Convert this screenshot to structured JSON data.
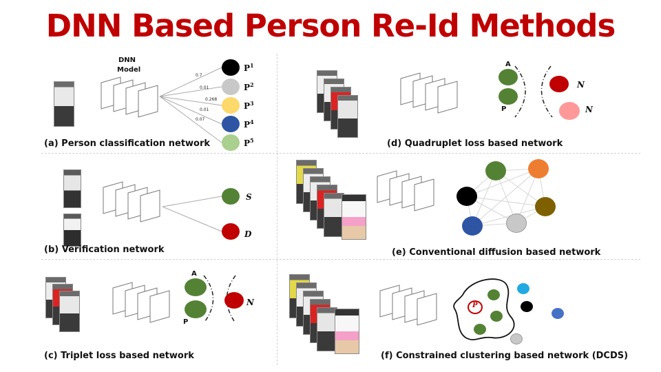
{
  "title": "DNN Based Person Re-Id Methods",
  "colors": {
    "title": "#c00000",
    "black": "#000000",
    "gray": "#c8c8c8",
    "yellow": "#fdd86a",
    "blue": "#2e55a4",
    "light_green": "#a9d08e",
    "green": "#548235",
    "red": "#c00000",
    "pink": "#ff9999",
    "orange": "#ed7d31",
    "brown": "#7f6000",
    "light_blue": "#21a9e1",
    "mid_blue": "#4472c4"
  },
  "panels": {
    "a": {
      "caption": "(a) Person classification network",
      "model_label_1": "DNN",
      "model_label_2": "Model",
      "probs": [
        "0.7",
        "0.01",
        "0.268",
        "0.01",
        "0.07"
      ],
      "outputs": [
        {
          "label": "P",
          "sup": "1"
        },
        {
          "label": "P",
          "sup": "2"
        },
        {
          "label": "P",
          "sup": "3"
        },
        {
          "label": "P",
          "sup": "4"
        },
        {
          "label": "P",
          "sup": "5"
        }
      ]
    },
    "b": {
      "caption": "(b) Verification network",
      "same_label": "S",
      "diff_label": "D"
    },
    "c": {
      "caption": "(c) Triplet loss based network",
      "anchor_label": "A",
      "positive_label": "P",
      "negative_label": "N"
    },
    "d": {
      "caption": "(d) Quadruplet loss based network",
      "anchor_label": "A",
      "positive_label": "P",
      "negative_label_1": "N",
      "negative_label_2": "N"
    },
    "e": {
      "caption": "(e) Conventional diffusion based network"
    },
    "f": {
      "caption": "(f) Constrained clustering based network (DCDS)",
      "p_label": "P"
    }
  }
}
